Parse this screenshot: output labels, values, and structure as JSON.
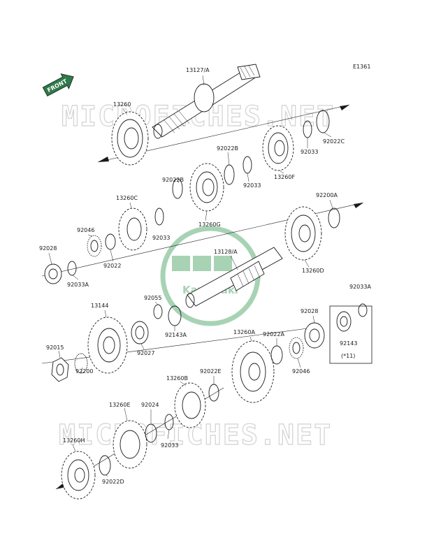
{
  "diagram_code": "E1361",
  "front_label": "FRONT",
  "watermarks": [
    "MICROFICHES.NET",
    "MICROFICHES.NET"
  ],
  "logo_text": "Kawasaki",
  "colors": {
    "watermark_logo": "#a7d3b4",
    "watermark_text": "#d2d2d2",
    "front_arrow": "#2f7a4a",
    "ink": "#1a1a1a"
  },
  "part_labels": {
    "p13127A": "13127/A",
    "p13260": "13260",
    "p92022B_top": "92022B",
    "p92022B_left": "92022B",
    "p92033_a": "92033",
    "p92033_b": "92033",
    "p92033_c": "92033",
    "p92033_d": "92033",
    "p92022C": "92022C",
    "p13260F": "13260F",
    "p13260C": "13260C",
    "p13260G": "13260G",
    "p92200A": "92200A",
    "p92046_left": "92046",
    "p92046_right": "92046",
    "p92028_left": "92028",
    "p92028_right": "92028",
    "p92022": "92022",
    "p13128A": "13128/A",
    "p13260D": "13260D",
    "p92033A_left": "92033A",
    "p92033A_right": "92033A",
    "p92055": "92055",
    "p13144": "13144",
    "p92143A": "92143A",
    "p92143": "92143",
    "p_note11": "(*11)",
    "p13260A": "13260A",
    "p92022A": "92022A",
    "p92027": "92027",
    "p92015": "92015",
    "p92200": "92200",
    "p92022E": "92022E",
    "p13260B": "13260B",
    "p13260E": "13260E",
    "p92024": "92024",
    "p13260H": "13260H",
    "p92022D": "92022D"
  }
}
